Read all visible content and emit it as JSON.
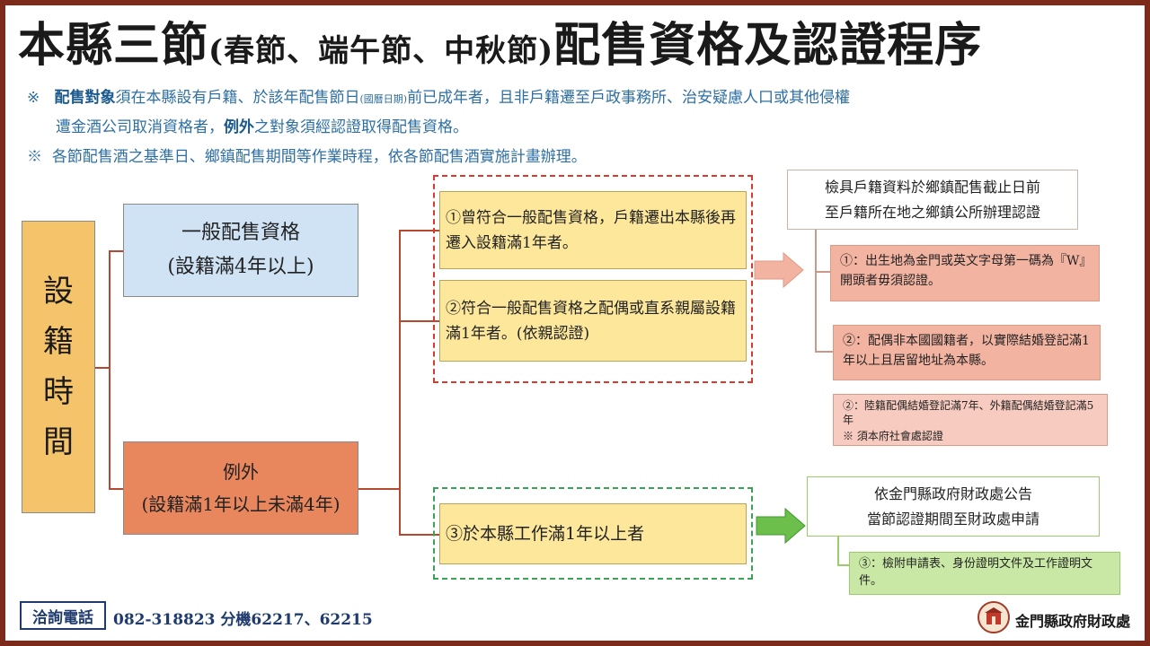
{
  "title": {
    "main_a": "本縣三節",
    "paren": "(春節、端午節、中秋節)",
    "main_b": "配售資格及認證程序"
  },
  "notes": {
    "mark": "※",
    "line1_bold_a": "配售對象",
    "line1_a": "須在本縣設有戶籍、於該年配售節日",
    "line1_small": "(國曆日期)",
    "line1_b": "前已成年者，且非戶籍遷至戶政事務所、治安疑慮人口或其他侵權",
    "line2_a": "遭金酒公司取消資格者，",
    "line2_bold": "例外",
    "line2_b": "之對象須經認證取得配售資格。",
    "line3": "各節配售酒之基準日、鄉鎮配售期間等作業時程，依各節配售酒實施計畫辦理。"
  },
  "left_label": [
    "設",
    "籍",
    "時",
    "間"
  ],
  "general": {
    "line1": "一般配售資格",
    "line2": "(設籍滿4年以上)"
  },
  "exception": {
    "line1": "例外",
    "line2": "(設籍滿1年以上未滿4年)"
  },
  "cases": {
    "c1": "①曾符合一般配售資格，戶籍遷出本縣後再遷入設籍滿1年者。",
    "c2": "②符合一般配售資格之配偶或直系親屬設籍滿1年者。(依親認證)",
    "c3": "③於本縣工作滿1年以上者"
  },
  "proc_top": {
    "line1": "檢具戶籍資料於鄉鎮配售截止日前",
    "line2": "至戶籍所在地之鄉鎮公所辦理認證"
  },
  "proc_notes": {
    "n1": "①：出生地為金門或英文字母第一碼為『W』開頭者毋須認證。",
    "n2": "②：配偶非本國國籍者，以實際結婚登記滿1年以上且居留地址為本縣。",
    "n3a": "②：陸籍配偶結婚登記滿7年、外籍配偶結婚登記滿5年",
    "n3b": "※ 須本府社會處認證"
  },
  "proc_bottom": {
    "line1": "依金門縣政府財政處公告",
    "line2": "當節認證期間至財政處申請"
  },
  "proc_bottom_note": "③：檢附申請表、身份證明文件及工作證明文件。",
  "footer": {
    "phone_label": "洽詢電話",
    "phone": "082-318823 分機62217、62215",
    "org": "金門縣政府財政處"
  },
  "colors": {
    "border": "#7b2a1c",
    "note_blue": "#2e6fa3",
    "vertical_box": "#f5c46a",
    "general_box": "#cfe3f5",
    "exception_box": "#e8865d",
    "case_box": "#fde79b",
    "pink_note": "#f2b3a1",
    "green_note": "#c9e8a5",
    "red_dash": "#d93a2e",
    "green_dash": "#3aa155"
  }
}
